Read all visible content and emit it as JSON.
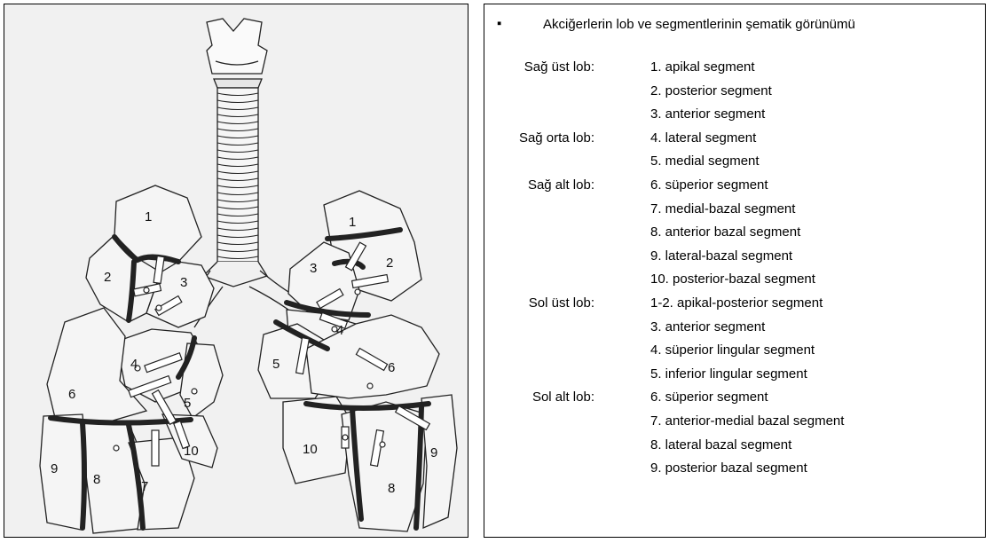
{
  "title": "Akciğerlerin lob ve segmentlerinin şematik görünümü",
  "bullet": "▪",
  "lobes": [
    {
      "name": "Sağ üst lob:",
      "segments": [
        "1. apikal segment",
        "2. posterior segment",
        "3. anterior segment"
      ]
    },
    {
      "name": "Sağ orta lob:",
      "segments": [
        "4. lateral segment",
        "5. medial segment"
      ]
    },
    {
      "name": "Sağ alt lob:",
      "segments": [
        "6. süperior segment",
        "7. medial-bazal segment",
        "8. anterior bazal segment",
        "9. lateral-bazal segment",
        "10. posterior-bazal segment"
      ]
    },
    {
      "name": "Sol üst lob:",
      "segments": [
        "1-2. apikal-posterior segment",
        "3. anterior segment",
        "4. süperior lingular segment",
        "5. inferior lingular segment"
      ]
    },
    {
      "name": "Sol alt lob:",
      "segments": [
        "6. süperior segment",
        "7. anterior-medial bazal segment",
        "8. lateral bazal segment",
        "9. posterior bazal segment"
      ]
    }
  ],
  "figure": {
    "right_lung_labels": [
      "1",
      "2",
      "3",
      "4",
      "5",
      "6",
      "7",
      "8",
      "9",
      "10"
    ],
    "left_lung_labels": [
      "1",
      "2",
      "3",
      "4",
      "5",
      "6",
      "8",
      "9",
      "10"
    ]
  }
}
